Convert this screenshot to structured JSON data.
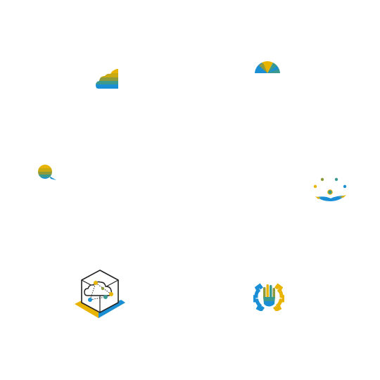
{
  "icons": [
    {
      "name": "cloud-icon",
      "kind": "striped cloud"
    },
    {
      "name": "half-gauge-icon",
      "kind": "half-circle gauge"
    },
    {
      "name": "chat-bubble-icon",
      "kind": "striped speech bubble"
    },
    {
      "name": "juggling-hand-icon",
      "kind": "hand with orbiting dots"
    },
    {
      "name": "cloud-cube-icon",
      "kind": "cloud inside isometric cube"
    },
    {
      "name": "gear-hand-icon",
      "kind": "hand inside gear"
    }
  ],
  "colors": {
    "gold": "#e8b400",
    "olive": "#8f9a3a",
    "teal": "#3a9a8f",
    "blue": "#1a8fd6",
    "outline": "#222222",
    "background": "#ffffff"
  }
}
